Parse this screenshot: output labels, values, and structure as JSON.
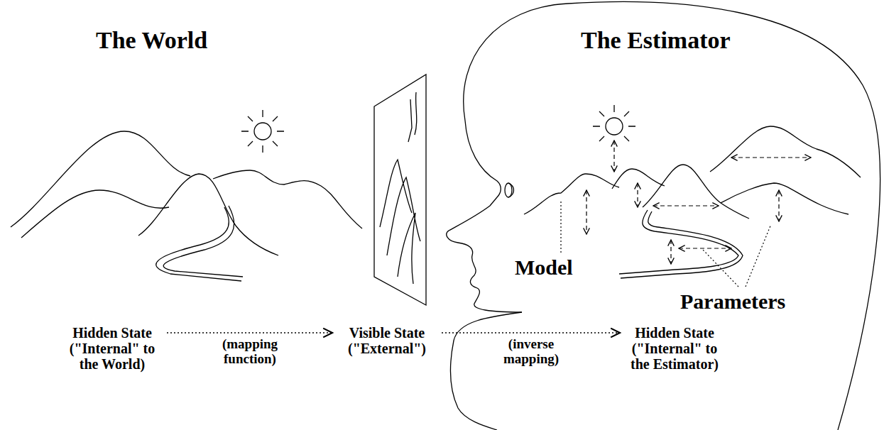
{
  "diagram": {
    "nodes": [
      {
        "text": [
          "Hidden State (\"Internal\" to the World)"
        ]
      },
      {
        "text": [
          "Visible State (\"External\")"
        ]
      },
      {
        "text": [
          "Hidden State (\"Internal\" to the Estimator)"
        ]
      }
    ],
    "edges": [
      {
        "from": 0,
        "to": 1,
        "arrow": "to",
        "label": "(mapping function)"
      },
      {
        "from": 1,
        "to": 2,
        "arrow": "to",
        "label": "(inverse mapping)"
      }
    ],
    "labels": [
      "The World",
      "The Estimator",
      "Model",
      "Parameters"
    ]
  }
}
